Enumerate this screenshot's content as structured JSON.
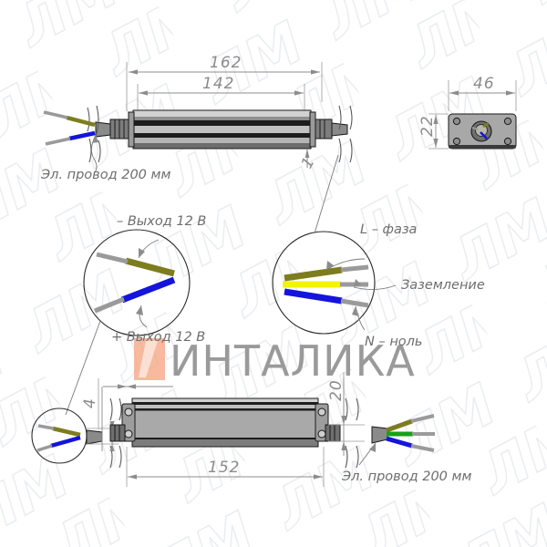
{
  "drawing": {
    "title": "LED driver / power supply dimensional drawing",
    "units": "mm",
    "background_color": "#ffffff",
    "line_color": "#1a1a1a",
    "dimension_color": "#8c8c8c"
  },
  "dimensions": {
    "top_overall": "162",
    "top_body": "142",
    "top_detail": "1",
    "end_width": "46",
    "end_height": "22",
    "bottom_body": "152",
    "bottom_left_offset": "4",
    "bottom_right_offset": "20"
  },
  "annotations": {
    "cable_left_top": "Эл. провод 200 мм",
    "cable_right_bottom": "Эл. провод 200 мм",
    "output_minus": "– Выход 12 В",
    "output_plus": "+ Выход 12 В",
    "phase": "L – фаза",
    "ground": "Заземление",
    "neutral": "N – ноль"
  },
  "watermark": {
    "brand": "ИНТАЛИКА",
    "brand_color": "#9a9a9a",
    "logo_color": "#f4a07a",
    "logo_glyph": "1",
    "pattern_letters": "ЛМ",
    "pattern_color": "#e9ecef"
  },
  "wire_colors": {
    "olive": "#7d7d1e",
    "yellow": "#f2f20a",
    "blue": "#1414dc",
    "green": "#19a019",
    "tip_gray": "#9a9a9a",
    "sheath_gray": "#8d8d8d"
  },
  "body_colors": {
    "profile_light": "#c9c9c9",
    "profile_mid": "#a8a8a8",
    "profile_dark": "#6e6e6e",
    "endplate": "#a0a0a0"
  }
}
